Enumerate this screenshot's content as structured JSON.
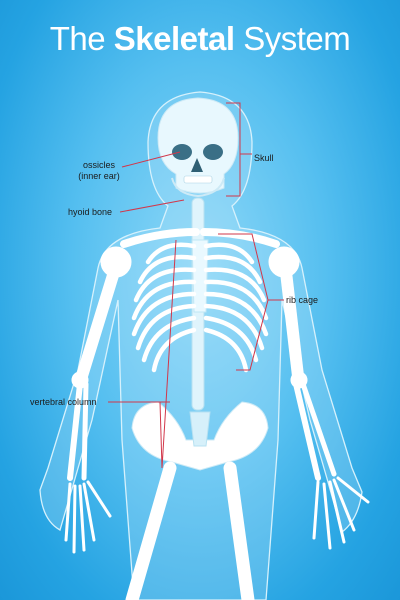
{
  "title": {
    "prefix": "The",
    "bold": "Skeletal",
    "suffix": "System"
  },
  "labels": {
    "skull": "Skull",
    "ossicles_line1": "ossicles",
    "ossicles_line2": "(inner ear)",
    "hyoid": "hyoid bone",
    "rib_cage": "rib cage",
    "vertebral": "vertebral column"
  },
  "colors": {
    "background": "#25a3e2",
    "bone": "#ffffff",
    "bone_shade": "#d3eff9",
    "body_outline": "#d6f1fc",
    "leader_line": "#d2374a"
  }
}
